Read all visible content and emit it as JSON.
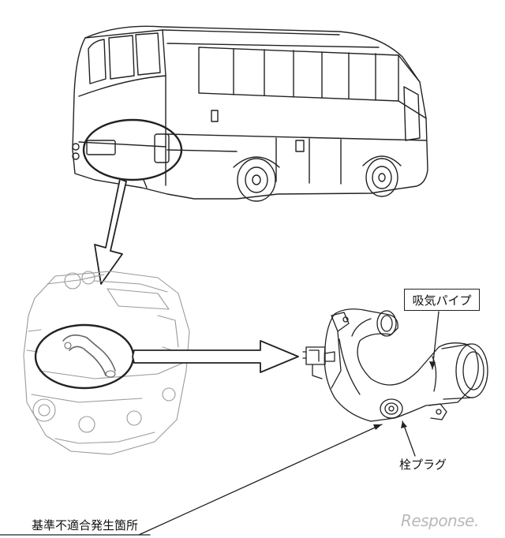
{
  "labels": {
    "intake_pipe": "吸気パイプ",
    "plug": "栓プラグ",
    "nonconforming_location": "基準不適合発生箇所"
  },
  "watermark": "Response.",
  "colors": {
    "line": "#222222",
    "engine_line": "#9a9a9a",
    "watermark": "#b9b9b9"
  }
}
